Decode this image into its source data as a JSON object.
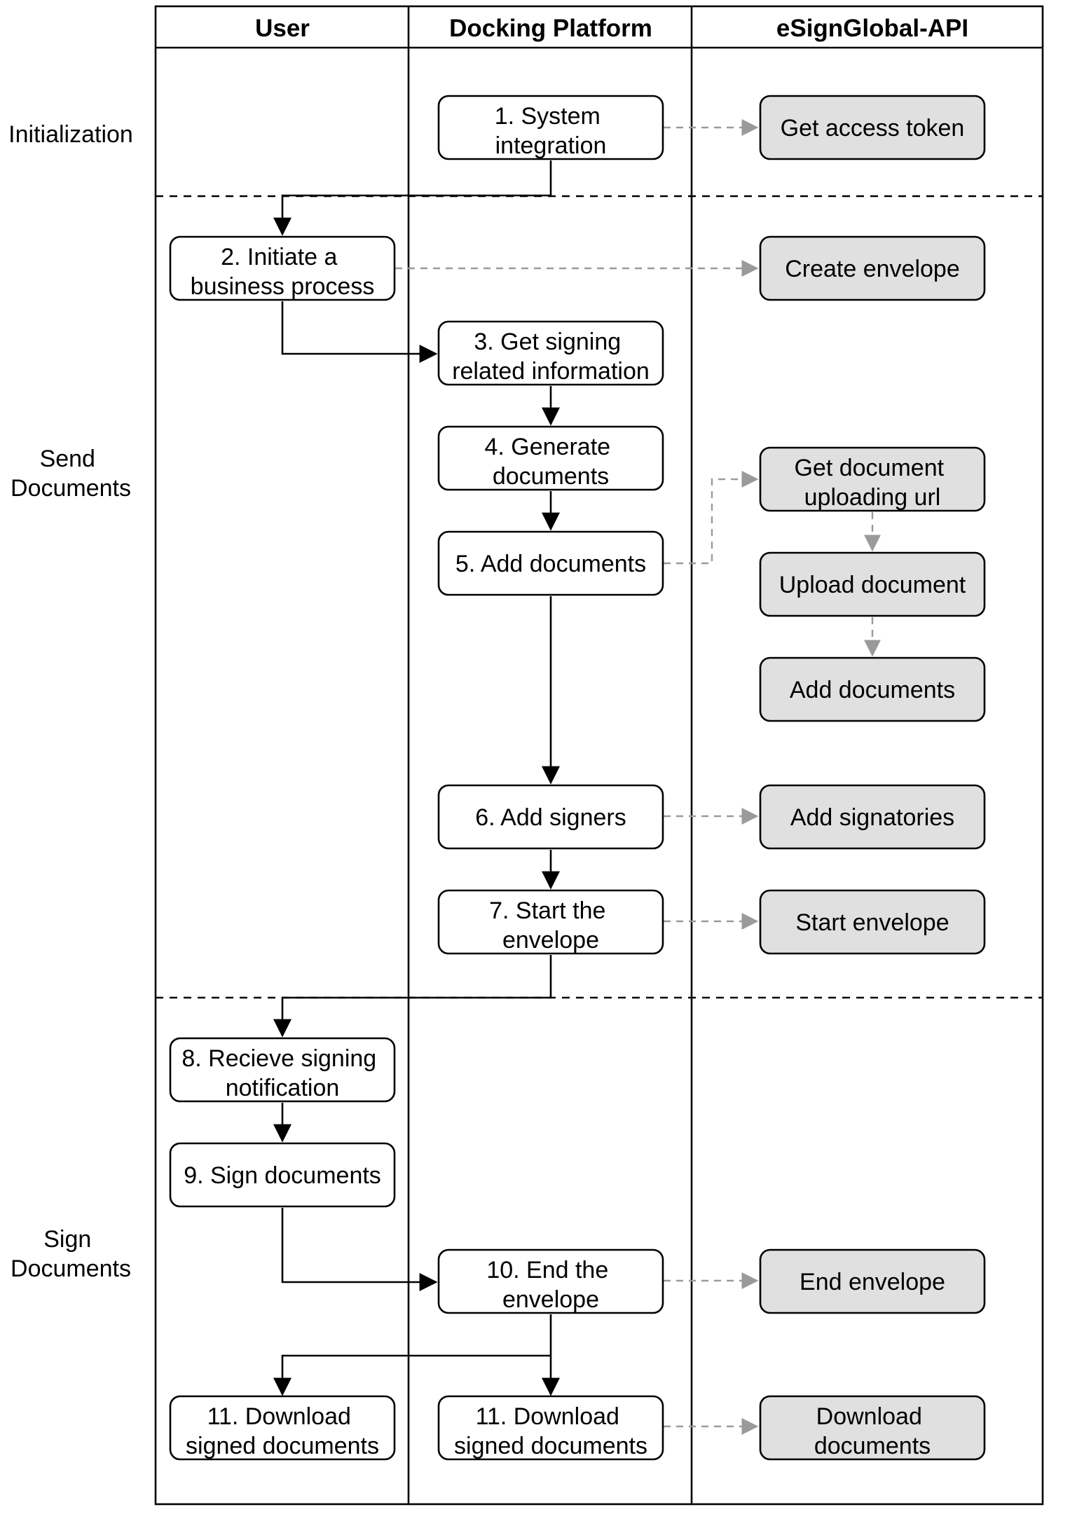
{
  "lanes": {
    "user": "User",
    "platform": "Docking Platform",
    "api": "eSignGlobal-API"
  },
  "phases": {
    "initialization": [
      "Initialization"
    ],
    "send": [
      "Send",
      "Documents"
    ],
    "sign": [
      "Sign",
      "Documents"
    ]
  },
  "steps": {
    "s1": [
      "1. System",
      "integration"
    ],
    "s2": [
      "2. Initiate a",
      "business process"
    ],
    "s3": [
      "3. Get signing",
      "related information"
    ],
    "s4": [
      "4. Generate",
      "documents"
    ],
    "s5": [
      "5. Add documents"
    ],
    "s6": [
      "6. Add signers"
    ],
    "s7": [
      "7. Start the",
      "envelope"
    ],
    "s8": [
      "8. Recieve signing",
      "notification"
    ],
    "s9": [
      "9. Sign documents"
    ],
    "s10": [
      "10. End the",
      "envelope"
    ],
    "s11_user": [
      "11. Download",
      "signed documents"
    ],
    "s11_platform": [
      "11. Download",
      "signed documents"
    ]
  },
  "api_calls": {
    "access_token": [
      "Get access token"
    ],
    "create_envelope": [
      "Create envelope"
    ],
    "upload_url": [
      "Get document",
      "uploading url"
    ],
    "upload_document": [
      "Upload document"
    ],
    "add_documents": [
      "Add documents"
    ],
    "add_signatories": [
      "Add signatories"
    ],
    "start_envelope": [
      "Start envelope"
    ],
    "end_envelope": [
      "End envelope"
    ],
    "download_documents": [
      "Download",
      "documents"
    ]
  },
  "colors": {
    "api_box_fill": "#e0e0e0",
    "api_arrow": "#9a9a9a",
    "main_arrow": "#000000"
  }
}
